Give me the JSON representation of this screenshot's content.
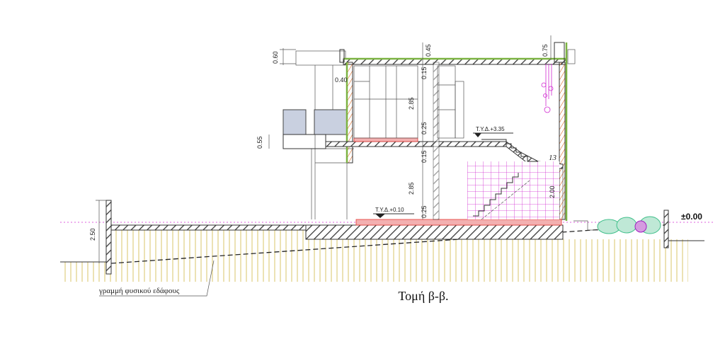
{
  "title": "Τομή β-β.",
  "ground_note": "γραμμή φυσικού εδάφους",
  "zero_level": "±0.00",
  "levels": {
    "upper": "Τ.Υ.Δ.+3.35",
    "ground": "Τ.Υ.Δ.+0.10"
  },
  "dimensions": {
    "canopy": "0.60",
    "roof_slab": "0.45",
    "parapet": "0.75",
    "wall": "0.40",
    "upper_slab": "0.15",
    "upper_height": "2.85",
    "upper_floor": "0.25",
    "balcony": "0.55",
    "lower_slab": "0.15",
    "lower_height": "2.85",
    "lower_floor": "0.25",
    "under_stair": "2.00",
    "retaining": "2.50"
  },
  "stair_steps": "13",
  "colors": {
    "wall_insulation": "#7cb342",
    "floor_heating": "#e53935",
    "grid": "#d12bd1",
    "soil": "#d8c46a",
    "plants": "#3fbf8a"
  }
}
